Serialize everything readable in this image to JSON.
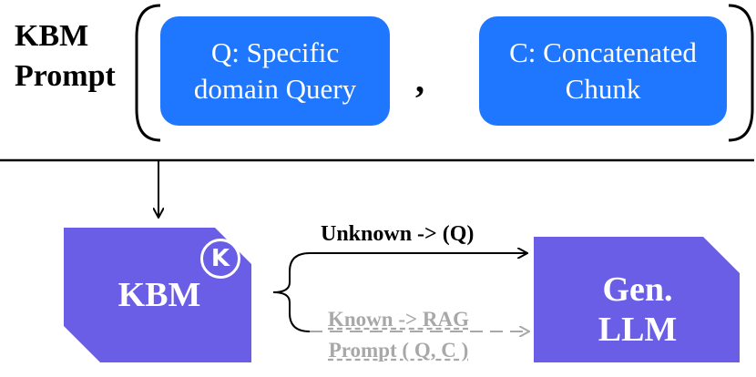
{
  "prompt": {
    "title_line1": "KBM",
    "title_line2": "Prompt",
    "query_line1": "Q: Specific",
    "query_line2": "domain Query",
    "separator": ",",
    "chunk_line1": "C: Concatenated",
    "chunk_line2": "Chunk"
  },
  "kbm": {
    "label": "KBM",
    "badge_icon": "circled-k-icon",
    "badge_letter": "K"
  },
  "routes": {
    "unknown": "Unknown -> (Q)",
    "known_line1": "Known -> RAG",
    "known_line2": "Prompt ( Q, C )"
  },
  "generator": {
    "line1": "Gen.",
    "line2": "LLM"
  },
  "colors": {
    "box_blue": "#1f77ff",
    "shape_purple": "#6a5ee6",
    "faded_route": "#a8a8a8"
  }
}
